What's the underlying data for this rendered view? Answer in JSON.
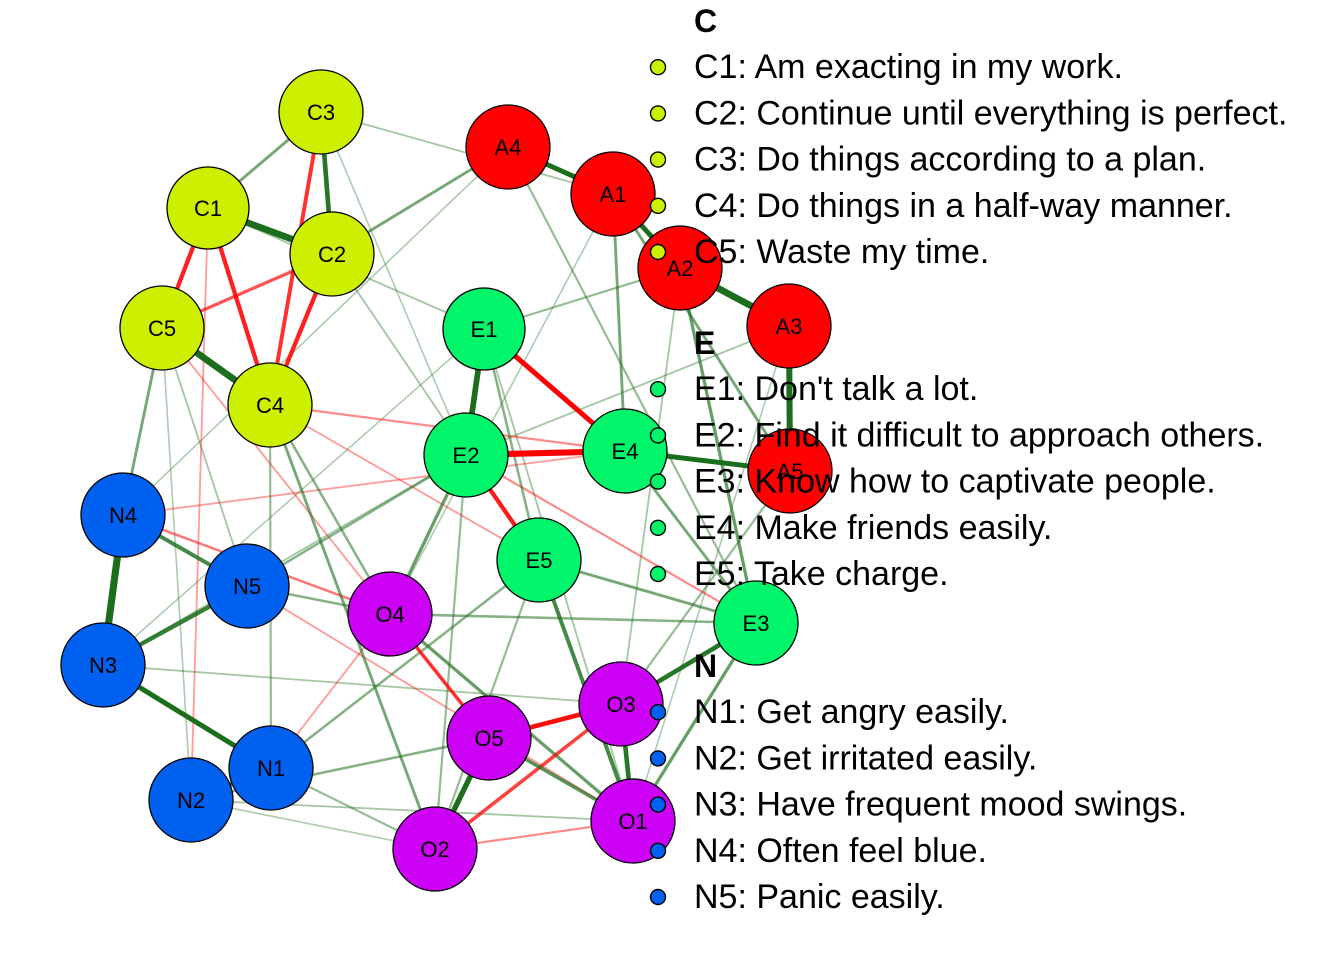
{
  "colors": {
    "C": "#ccf000",
    "A": "#ff0000",
    "E": "#00f56a",
    "N": "#0060f0",
    "O": "#cc00f5",
    "positive_edge": "#1b6e1b",
    "negative_edge": "#ff0000",
    "node_stroke": "#000000"
  },
  "nodes": [
    {
      "id": "C1",
      "group": "C"
    },
    {
      "id": "C2",
      "group": "C"
    },
    {
      "id": "C3",
      "group": "C"
    },
    {
      "id": "C4",
      "group": "C"
    },
    {
      "id": "C5",
      "group": "C"
    },
    {
      "id": "A1",
      "group": "A"
    },
    {
      "id": "A2",
      "group": "A"
    },
    {
      "id": "A3",
      "group": "A"
    },
    {
      "id": "A4",
      "group": "A"
    },
    {
      "id": "A5",
      "group": "A"
    },
    {
      "id": "E1",
      "group": "E"
    },
    {
      "id": "E2",
      "group": "E"
    },
    {
      "id": "E3",
      "group": "E"
    },
    {
      "id": "E4",
      "group": "E"
    },
    {
      "id": "E5",
      "group": "E"
    },
    {
      "id": "N1",
      "group": "N"
    },
    {
      "id": "N2",
      "group": "N"
    },
    {
      "id": "N3",
      "group": "N"
    },
    {
      "id": "N4",
      "group": "N"
    },
    {
      "id": "N5",
      "group": "N"
    },
    {
      "id": "O1",
      "group": "O"
    },
    {
      "id": "O2",
      "group": "O"
    },
    {
      "id": "O3",
      "group": "O"
    },
    {
      "id": "O4",
      "group": "O"
    },
    {
      "id": "O5",
      "group": "O"
    }
  ],
  "edges": [
    {
      "source": "N3",
      "target": "N4",
      "sign": "positive",
      "strength": 0.9
    },
    {
      "source": "C2",
      "target": "C1",
      "sign": "positive",
      "strength": 0.85
    },
    {
      "source": "C5",
      "target": "C4",
      "sign": "positive",
      "strength": 0.85
    },
    {
      "source": "A2",
      "target": "A3",
      "sign": "positive",
      "strength": 0.85
    },
    {
      "source": "A4",
      "target": "A1",
      "sign": "positive",
      "strength": 0.6
    },
    {
      "source": "A1",
      "target": "A2",
      "sign": "positive",
      "strength": 0.6
    },
    {
      "source": "A3",
      "target": "A5",
      "sign": "positive",
      "strength": 0.75
    },
    {
      "source": "E1",
      "target": "E2",
      "sign": "positive",
      "strength": 0.7
    },
    {
      "source": "E2",
      "target": "E4",
      "sign": "negative",
      "strength": 0.75
    },
    {
      "source": "E1",
      "target": "E4",
      "sign": "negative",
      "strength": 0.6
    },
    {
      "source": "E2",
      "target": "E5",
      "sign": "negative",
      "strength": 0.5
    },
    {
      "source": "E4",
      "target": "A5",
      "sign": "positive",
      "strength": 0.6
    },
    {
      "source": "E3",
      "target": "O3",
      "sign": "positive",
      "strength": 0.55
    },
    {
      "source": "N3",
      "target": "N1",
      "sign": "positive",
      "strength": 0.6
    },
    {
      "source": "N1",
      "target": "N2",
      "sign": "positive",
      "strength": 0.5
    },
    {
      "source": "N3",
      "target": "N5",
      "sign": "positive",
      "strength": 0.5
    },
    {
      "source": "N4",
      "target": "N5",
      "sign": "positive",
      "strength": 0.45
    },
    {
      "source": "C3",
      "target": "C2",
      "sign": "positive",
      "strength": 0.55
    },
    {
      "source": "C3",
      "target": "C1",
      "sign": "positive",
      "strength": 0.3
    },
    {
      "source": "C3",
      "target": "C4",
      "sign": "negative",
      "strength": 0.45
    },
    {
      "source": "C1",
      "target": "C4",
      "sign": "negative",
      "strength": 0.5
    },
    {
      "source": "C2",
      "target": "C4",
      "sign": "negative",
      "strength": 0.5
    },
    {
      "source": "C1",
      "target": "C5",
      "sign": "negative",
      "strength": 0.5
    },
    {
      "source": "C2",
      "target": "C5",
      "sign": "negative",
      "strength": 0.35
    },
    {
      "source": "O5",
      "target": "O3",
      "sign": "negative",
      "strength": 0.55
    },
    {
      "source": "O5",
      "target": "O2",
      "sign": "positive",
      "strength": 0.65
    },
    {
      "source": "O4",
      "target": "O5",
      "sign": "negative",
      "strength": 0.4
    },
    {
      "source": "O3",
      "target": "O1",
      "sign": "positive",
      "strength": 0.55
    },
    {
      "source": "O2",
      "target": "O3",
      "sign": "negative",
      "strength": 0.4
    },
    {
      "source": "O5",
      "target": "O1",
      "sign": "positive",
      "strength": 0.4
    },
    {
      "source": "E5",
      "target": "O1",
      "sign": "positive",
      "strength": 0.45
    },
    {
      "source": "E2",
      "target": "O4",
      "sign": "positive",
      "strength": 0.35
    },
    {
      "source": "E5",
      "target": "E3",
      "sign": "positive",
      "strength": 0.3
    },
    {
      "source": "E3",
      "target": "O1",
      "sign": "positive",
      "strength": 0.35
    },
    {
      "source": "A1",
      "target": "E4",
      "sign": "positive",
      "strength": 0.3
    },
    {
      "source": "A2",
      "target": "E3",
      "sign": "positive",
      "strength": 0.35
    },
    {
      "source": "A1",
      "target": "A5",
      "sign": "positive",
      "strength": 0.3
    },
    {
      "source": "A4",
      "target": "C2",
      "sign": "positive",
      "strength": 0.3
    },
    {
      "source": "C5",
      "target": "N4",
      "sign": "positive",
      "strength": 0.3
    },
    {
      "source": "N4",
      "target": "O4",
      "sign": "negative",
      "strength": 0.25
    },
    {
      "source": "C4",
      "target": "O2",
      "sign": "positive",
      "strength": 0.3
    },
    {
      "source": "O4",
      "target": "O1",
      "sign": "positive",
      "strength": 0.35
    },
    {
      "source": "E1",
      "target": "E5",
      "sign": "positive",
      "strength": 0.25
    },
    {
      "source": "E4",
      "target": "E3",
      "sign": "positive",
      "strength": 0.3
    },
    {
      "source": "N2",
      "target": "O5",
      "sign": "positive",
      "strength": 0.25
    },
    {
      "source": "N5",
      "target": "O4",
      "sign": "positive",
      "strength": 0.25
    },
    {
      "source": "N1",
      "target": "E5",
      "sign": "positive",
      "strength": 0.25
    },
    {
      "source": "E2",
      "target": "N5",
      "sign": "positive",
      "strength": 0.25
    },
    {
      "source": "C4",
      "target": "E4",
      "sign": "negative",
      "strength": 0.2
    },
    {
      "source": "C3",
      "target": "A1",
      "sign": "positive",
      "strength": 0.15
    },
    {
      "source": "C1",
      "target": "E1",
      "sign": "positive",
      "strength": 0.15
    },
    {
      "source": "A2",
      "target": "E1",
      "sign": "positive",
      "strength": 0.2
    },
    {
      "source": "A4",
      "target": "E3",
      "sign": "positive",
      "strength": 0.2
    },
    {
      "source": "O2",
      "target": "E2",
      "sign": "positive",
      "strength": 0.2
    },
    {
      "source": "N1",
      "target": "O2",
      "sign": "positive",
      "strength": 0.2
    },
    {
      "source": "C4",
      "target": "N1",
      "sign": "positive",
      "strength": 0.2
    },
    {
      "source": "C4",
      "target": "O4",
      "sign": "positive",
      "strength": 0.25
    },
    {
      "source": "N3",
      "target": "O3",
      "sign": "positive",
      "strength": 0.15
    },
    {
      "source": "N4",
      "target": "E4",
      "sign": "negative",
      "strength": 0.15
    },
    {
      "source": "N2",
      "target": "O1",
      "sign": "positive",
      "strength": 0.15
    },
    {
      "source": "N5",
      "target": "C5",
      "sign": "positive",
      "strength": 0.15
    },
    {
      "source": "E5",
      "target": "O2",
      "sign": "positive",
      "strength": 0.2
    },
    {
      "source": "A3",
      "target": "E2",
      "sign": "positive",
      "strength": 0.15
    },
    {
      "source": "A5",
      "target": "O3",
      "sign": "positive",
      "strength": 0.2
    },
    {
      "source": "N2",
      "target": "C1",
      "sign": "negative",
      "strength": 0.15
    },
    {
      "source": "N1",
      "target": "O4",
      "sign": "negative",
      "strength": 0.15
    },
    {
      "source": "O4",
      "target": "E3",
      "sign": "positive",
      "strength": 0.25
    },
    {
      "source": "E2",
      "target": "E3",
      "sign": "negative",
      "strength": 0.2
    },
    {
      "source": "N2",
      "target": "O2",
      "sign": "positive",
      "strength": 0.12
    },
    {
      "source": "C5",
      "target": "O5",
      "sign": "negative",
      "strength": 0.15
    },
    {
      "source": "A4",
      "target": "N4",
      "sign": "positive",
      "strength": 0.12
    },
    {
      "source": "C2",
      "target": "E5",
      "sign": "positive",
      "strength": 0.15
    },
    {
      "source": "E1",
      "target": "O1",
      "sign": "positive",
      "strength": 0.15
    },
    {
      "source": "A1",
      "target": "O4",
      "sign": "positive",
      "strength": 0.12
    },
    {
      "source": "N3",
      "target": "E2",
      "sign": "positive",
      "strength": 0.15
    },
    {
      "source": "N5",
      "target": "O1",
      "sign": "negative",
      "strength": 0.15
    },
    {
      "source": "O2",
      "target": "O1",
      "sign": "negative",
      "strength": 0.2
    },
    {
      "source": "C4",
      "target": "E5",
      "sign": "negative",
      "strength": 0.15
    },
    {
      "source": "A2",
      "target": "O3",
      "sign": "positive",
      "strength": 0.15
    },
    {
      "source": "C3",
      "target": "E2",
      "sign": "positive",
      "strength": 0.12
    },
    {
      "source": "N2",
      "target": "C5",
      "sign": "positive",
      "strength": 0.12
    },
    {
      "source": "E1",
      "target": "N3",
      "sign": "positive",
      "strength": 0.12
    },
    {
      "source": "A3",
      "target": "O1",
      "sign": "positive",
      "strength": 0.12
    }
  ],
  "legend": [
    {
      "heading": "C",
      "items": [
        {
          "group": "C",
          "text": "C1: Am exacting in my work."
        },
        {
          "group": "C",
          "text": "C2: Continue until everything is perfect."
        },
        {
          "group": "C",
          "text": "C3: Do things according to a plan."
        },
        {
          "group": "C",
          "text": "C4: Do things in a half-way manner."
        },
        {
          "group": "C",
          "text": "C5: Waste my time."
        }
      ]
    },
    {
      "heading": "E",
      "items": [
        {
          "group": "E",
          "text": "E1: Don't talk a lot."
        },
        {
          "group": "E",
          "text": "E2: Find it difficult to approach others."
        },
        {
          "group": "E",
          "text": "E3: Know how to captivate people."
        },
        {
          "group": "E",
          "text": "E4: Make friends easily."
        },
        {
          "group": "E",
          "text": "E5: Take charge."
        }
      ]
    },
    {
      "heading": "N",
      "items": [
        {
          "group": "N",
          "text": "N1: Get angry easily."
        },
        {
          "group": "N",
          "text": "N2: Get irritated easily."
        },
        {
          "group": "N",
          "text": "N3: Have frequent mood swings."
        },
        {
          "group": "N",
          "text": "N4: Often feel blue."
        },
        {
          "group": "N",
          "text": "N5: Panic easily."
        }
      ]
    }
  ]
}
